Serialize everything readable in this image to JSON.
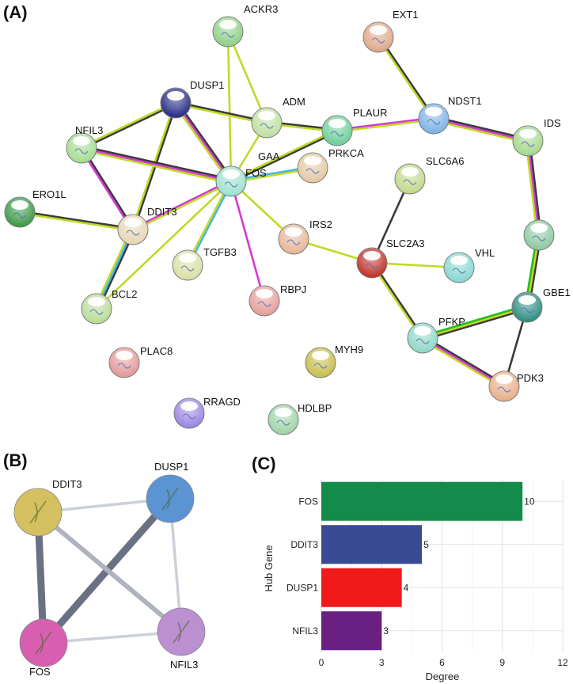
{
  "panel_letters": {
    "a": "(A)",
    "b": "(B)",
    "c": "(C)"
  },
  "network_a": {
    "nodes": [
      {
        "id": "ACKR3",
        "label": "ACKR3",
        "color": "#8fd18a"
      },
      {
        "id": "EXT1",
        "label": "EXT1",
        "color": "#e0a98a"
      },
      {
        "id": "DUSP1",
        "label": "DUSP1",
        "color": "#2a2f86"
      },
      {
        "id": "ADM",
        "label": "ADM",
        "color": "#bfe0a3"
      },
      {
        "id": "PLAUR",
        "label": "PLAUR",
        "color": "#6fcf9a"
      },
      {
        "id": "NDST1",
        "label": "NDST1",
        "color": "#7fb4e6"
      },
      {
        "id": "NFIL3",
        "label": "NFIL3",
        "color": "#a6dd92"
      },
      {
        "id": "GAA",
        "label": "GAA",
        "color": "#ffffff"
      },
      {
        "id": "PRKCA",
        "label": "PRKCA",
        "color": "#e3c9a3"
      },
      {
        "id": "IDS",
        "label": "IDS",
        "color": "#a6d98e"
      },
      {
        "id": "SLC6A6",
        "label": "SLC6A6",
        "color": "#c3d88e"
      },
      {
        "id": "FOS",
        "label": "FOS",
        "color": "#9fe1cf"
      },
      {
        "id": "ERO1L",
        "label": "ERO1L",
        "color": "#3d9a48"
      },
      {
        "id": "DDIT3",
        "label": "DDIT3",
        "color": "#e6d6b5"
      },
      {
        "id": "IRS2",
        "label": "IRS2",
        "color": "#e7b79a"
      },
      {
        "id": "TGFB3",
        "label": "TGFB3",
        "color": "#d9e0a5"
      },
      {
        "id": "SLC2A3",
        "label": "SLC2A3",
        "color": "#c0342c"
      },
      {
        "id": "VHL",
        "label": "VHL",
        "color": "#8ad7d2"
      },
      {
        "id": "UNLAB",
        "label": "",
        "color": "#8fc9a3"
      },
      {
        "id": "GBE1",
        "label": "GBE1",
        "color": "#2f8f84"
      },
      {
        "id": "BCL2",
        "label": "BCL2",
        "color": "#b9dc9a"
      },
      {
        "id": "RBPJ",
        "label": "RBPJ",
        "color": "#e59f9a"
      },
      {
        "id": "PFKP",
        "label": "PFKP",
        "color": "#8fd8c8"
      },
      {
        "id": "PLAC8",
        "label": "PLAC8",
        "color": "#e39a9a"
      },
      {
        "id": "MYH9",
        "label": "MYH9",
        "color": "#c9bf4e"
      },
      {
        "id": "PDK3",
        "label": "PDK3",
        "color": "#e8b08a"
      },
      {
        "id": "RRAGD",
        "label": "RRAGD",
        "color": "#9b86e0"
      },
      {
        "id": "HDLBP",
        "label": "HDLBP",
        "color": "#9fd4a9"
      }
    ],
    "edges": [
      {
        "a": "ACKR3",
        "b": "FOS",
        "types": [
          "textmining"
        ]
      },
      {
        "a": "ACKR3",
        "b": "ADM",
        "types": [
          "textmining"
        ]
      },
      {
        "a": "DUSP1",
        "b": "ADM",
        "types": [
          "coexpression",
          "textmining"
        ]
      },
      {
        "a": "DUSP1",
        "b": "FOS",
        "types": [
          "coexpression",
          "experimental",
          "textmining"
        ]
      },
      {
        "a": "DUSP1",
        "b": "NFIL3",
        "types": [
          "coexpression",
          "textmining"
        ]
      },
      {
        "a": "DUSP1",
        "b": "DDIT3",
        "types": [
          "coexpression",
          "textmining"
        ]
      },
      {
        "a": "ADM",
        "b": "PLAUR",
        "types": [
          "coexpression",
          "textmining"
        ]
      },
      {
        "a": "ADM",
        "b": "FOS",
        "types": [
          "textmining"
        ]
      },
      {
        "a": "PLAUR",
        "b": "NDST1",
        "types": [
          "experimental",
          "textmining"
        ]
      },
      {
        "a": "PLAUR",
        "b": "FOS",
        "types": [
          "coexpression",
          "textmining"
        ]
      },
      {
        "a": "EXT1",
        "b": "NDST1",
        "types": [
          "coexpression",
          "textmining"
        ]
      },
      {
        "a": "NDST1",
        "b": "IDS",
        "types": [
          "coexpression",
          "experimental",
          "textmining"
        ]
      },
      {
        "a": "IDS",
        "b": "UNLAB",
        "types": [
          "coexpression",
          "experimental",
          "textmining"
        ]
      },
      {
        "a": "UNLAB",
        "b": "GBE1",
        "types": [
          "coexpression",
          "textmining",
          "neighborhood"
        ]
      },
      {
        "a": "GBE1",
        "b": "PFKP",
        "types": [
          "coexpression",
          "textmining",
          "neighborhood"
        ]
      },
      {
        "a": "GBE1",
        "b": "PDK3",
        "types": [
          "coexpression"
        ]
      },
      {
        "a": "PFKP",
        "b": "PDK3",
        "types": [
          "coexpression",
          "experimental",
          "textmining"
        ]
      },
      {
        "a": "SLC2A3",
        "b": "PFKP",
        "types": [
          "coexpression",
          "textmining"
        ]
      },
      {
        "a": "SLC2A3",
        "b": "SLC6A6",
        "types": [
          "coexpression"
        ]
      },
      {
        "a": "SLC2A3",
        "b": "VHL",
        "types": [
          "textmining"
        ]
      },
      {
        "a": "SLC2A3",
        "b": "IRS2",
        "types": [
          "textmining"
        ]
      },
      {
        "a": "NFIL3",
        "b": "FOS",
        "types": [
          "coexpression",
          "experimental",
          "textmining"
        ]
      },
      {
        "a": "NFIL3",
        "b": "DDIT3",
        "types": [
          "coexpression",
          "experimental"
        ]
      },
      {
        "a": "ERO1L",
        "b": "DDIT3",
        "types": [
          "coexpression",
          "textmining"
        ]
      },
      {
        "a": "DDIT3",
        "b": "FOS",
        "types": [
          "experimental",
          "textmining"
        ]
      },
      {
        "a": "DDIT3",
        "b": "BCL2",
        "types": [
          "coexpression",
          "database",
          "textmining"
        ]
      },
      {
        "a": "FOS",
        "b": "PRKCA",
        "types": [
          "database",
          "textmining"
        ]
      },
      {
        "a": "FOS",
        "b": "TGFB3",
        "types": [
          "database",
          "textmining"
        ]
      },
      {
        "a": "FOS",
        "b": "RBPJ",
        "types": [
          "experimental"
        ]
      },
      {
        "a": "FOS",
        "b": "IRS2",
        "types": [
          "textmining"
        ]
      },
      {
        "a": "FOS",
        "b": "BCL2",
        "types": [
          "textmining"
        ]
      }
    ],
    "edge_colors": {
      "textmining": "#c2d829",
      "coexpression": "#3a3a3a",
      "experimental": "#d23bd3",
      "database": "#41b6e6",
      "neighborhood": "#20c020"
    }
  },
  "network_b": {
    "nodes": [
      {
        "id": "DDIT3",
        "label": "DDIT3",
        "color": "#d4c061"
      },
      {
        "id": "DUSP1",
        "label": "DUSP1",
        "color": "#5b93d3"
      },
      {
        "id": "FOS",
        "label": "FOS",
        "color": "#d85fb0"
      },
      {
        "id": "NFIL3",
        "label": "NFIL3",
        "color": "#bb8fd0"
      }
    ],
    "edges": [
      {
        "a": "DDIT3",
        "b": "FOS",
        "weight": "strong"
      },
      {
        "a": "DUSP1",
        "b": "FOS",
        "weight": "strong"
      },
      {
        "a": "DDIT3",
        "b": "NFIL3",
        "weight": "medium"
      },
      {
        "a": "FOS",
        "b": "NFIL3",
        "weight": "light"
      },
      {
        "a": "DDIT3",
        "b": "DUSP1",
        "weight": "light"
      },
      {
        "a": "DUSP1",
        "b": "NFIL3",
        "weight": "light"
      }
    ]
  },
  "chart_data": {
    "type": "bar",
    "orientation": "horizontal",
    "categories": [
      "FOS",
      "DDIT3",
      "DUSP1",
      "NFIL3"
    ],
    "values": [
      10,
      5,
      4,
      3
    ],
    "colors": [
      "#138b4b",
      "#3a4b96",
      "#f01a1a",
      "#6a1f82"
    ],
    "xlabel": "Degree",
    "ylabel": "Hub Gene",
    "xlim": [
      0,
      12
    ],
    "xticks": [
      "0",
      "3",
      "6",
      "9",
      "12"
    ],
    "grid": true
  }
}
